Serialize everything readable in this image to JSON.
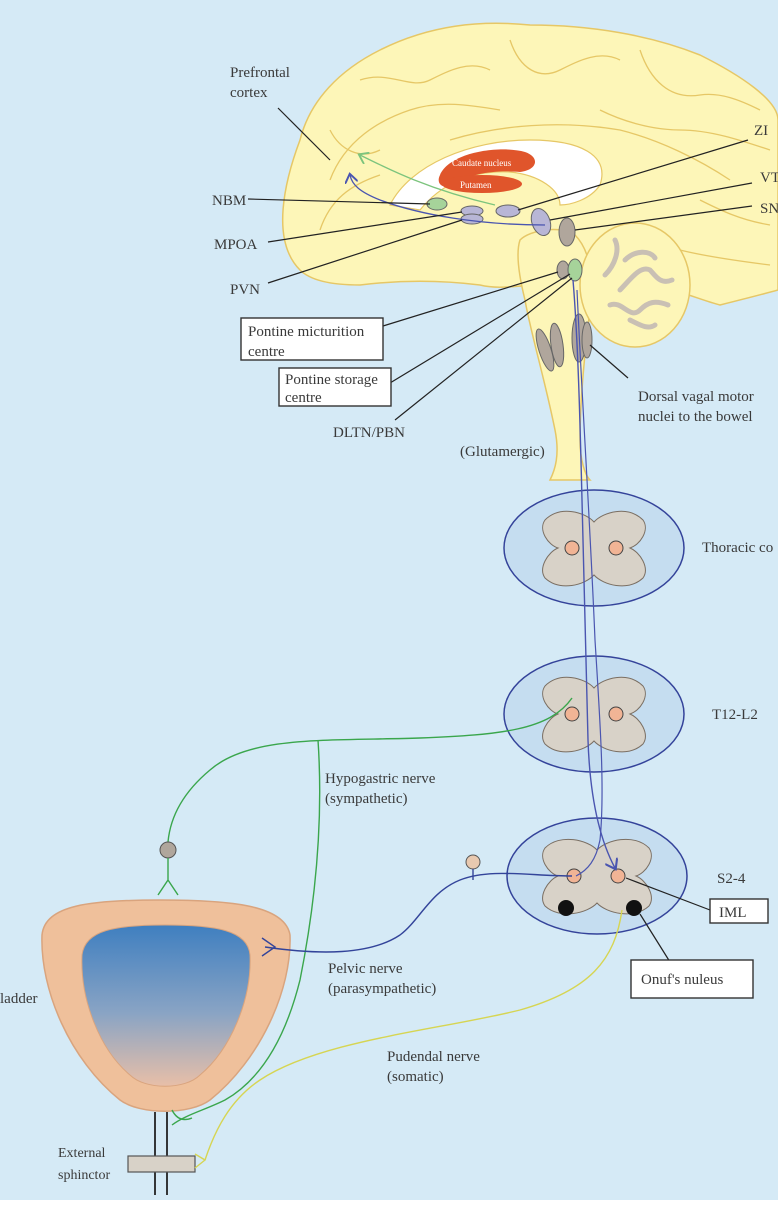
{
  "colors": {
    "background": "#d5eaf6",
    "brain": "#fdf6b8",
    "brain_outline": "#e6c766",
    "caudate": "#e0552b",
    "spinal_section": "#c5ddf0",
    "grey_matter": "#d8d2c8",
    "neuron": "#f1b495",
    "bladder_outer": "#efc09b",
    "descending_pathway": "#4a55b0",
    "sympathetic": "#3aa64c",
    "parasympathetic": "#33449a",
    "somatic": "#d6d552"
  },
  "brain_labels": {
    "prefrontal": "Prefrontal\ncortex",
    "caudate": "Caudate nucleus",
    "putamen": "Putamen",
    "zi": "ZI",
    "vt": "VT",
    "sn": "SN",
    "nbm": "NBM",
    "mpoa": "MPOA",
    "pvn": "PVN",
    "pmc": "Pontine micturition\ncentre",
    "psc": "Pontine storage\ncentre",
    "dltn": "DLTN/PBN",
    "dorsal_vagal": "Dorsal vagal motor\nnuclei to the bowel",
    "glutamergic": "(Glutamergic)"
  },
  "spinal_labels": {
    "thoracic": "Thoracic co",
    "t12": "T12-L2",
    "s24": "S2-4",
    "iml": "IML",
    "onuf": "Onuf's nuleus"
  },
  "nerve_labels": {
    "hypogastric": "Hypogastric nerve\n(sympathetic)",
    "pelvic": "Pelvic nerve\n(parasympathetic)",
    "pudendal": "Pudendal nerve\n(somatic)"
  },
  "bladder_labels": {
    "bladder": "ladder",
    "sphincter": "External\nsphinctor"
  }
}
